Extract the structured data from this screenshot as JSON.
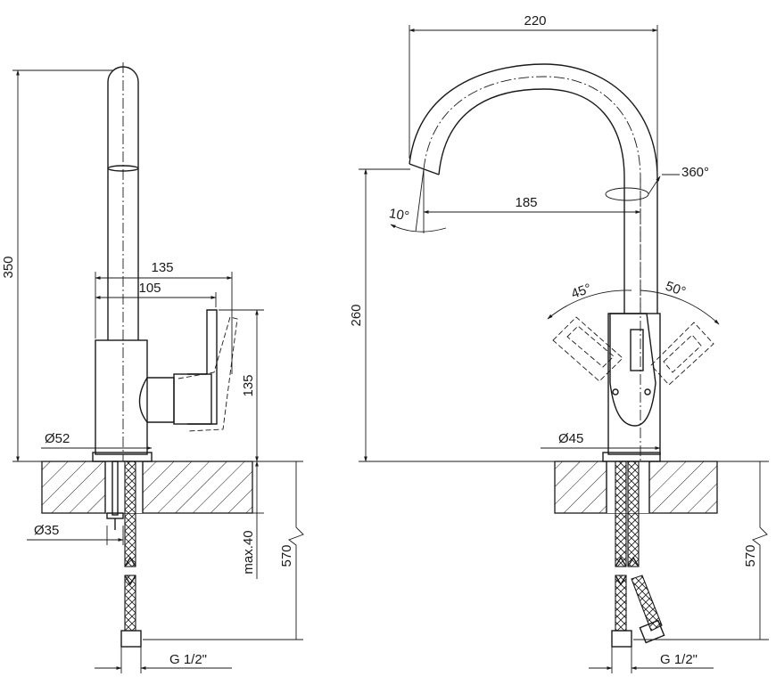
{
  "dimensions": {
    "side_height": "350",
    "handle_reach_total": "135",
    "handle_reach_inner": "105",
    "body_height": "135",
    "base_diameter": "Ø52",
    "mount_diameter": "Ø35",
    "max_deck": "max.40",
    "hose_length_left": "570",
    "connection_left": "G 1/2\"",
    "spout_width": "220",
    "rotation": "360°",
    "spout_tilt": "10°",
    "spout_reach": "185",
    "spout_height": "260",
    "lever_left_angle": "45°",
    "lever_right_angle": "50°",
    "base_diameter_front": "Ø45",
    "hose_length_right": "570",
    "connection_right": "G 1/2\""
  }
}
